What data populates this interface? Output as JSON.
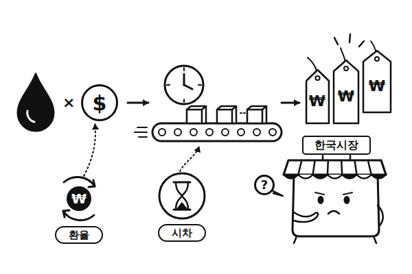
{
  "diagram": {
    "nodes": [
      {
        "text": [
          "$"
        ]
      },
      {
        "text": [
          "₩"
        ]
      },
      {
        "text": [
          "₩"
        ]
      },
      {
        "text": [
          "₩"
        ]
      },
      {
        "text": [
          "₩"
        ]
      },
      {
        "text": [
          "환율"
        ]
      },
      {
        "text": [
          "시차"
        ]
      },
      {
        "text": [
          "한국시장"
        ]
      },
      {
        "text": [
          "?"
        ]
      }
    ],
    "edges": [
      {
        "from": 4,
        "to": 0,
        "arrow": "to"
      }
    ],
    "labels": [
      "×"
    ]
  }
}
